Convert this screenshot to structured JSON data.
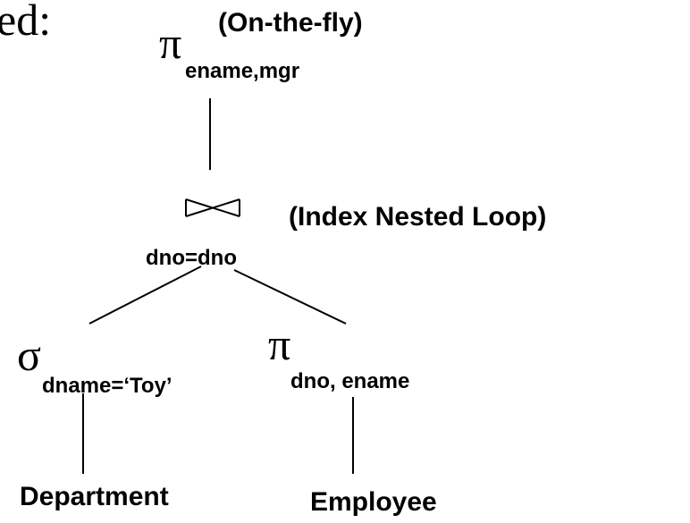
{
  "heading_fragment": "ed:",
  "root": {
    "operator_symbol": "π",
    "subscript": "ename,mgr",
    "annotation": "(On-the-fly)"
  },
  "join": {
    "subscript": "dno=dno",
    "annotation": "(Index Nested Loop)"
  },
  "left_branch": {
    "operator_symbol": "σ",
    "subscript": "dname=‘Toy’",
    "relation": "Department"
  },
  "right_branch": {
    "operator_symbol": "π",
    "subscript": "dno, ename",
    "relation": "Employee"
  }
}
